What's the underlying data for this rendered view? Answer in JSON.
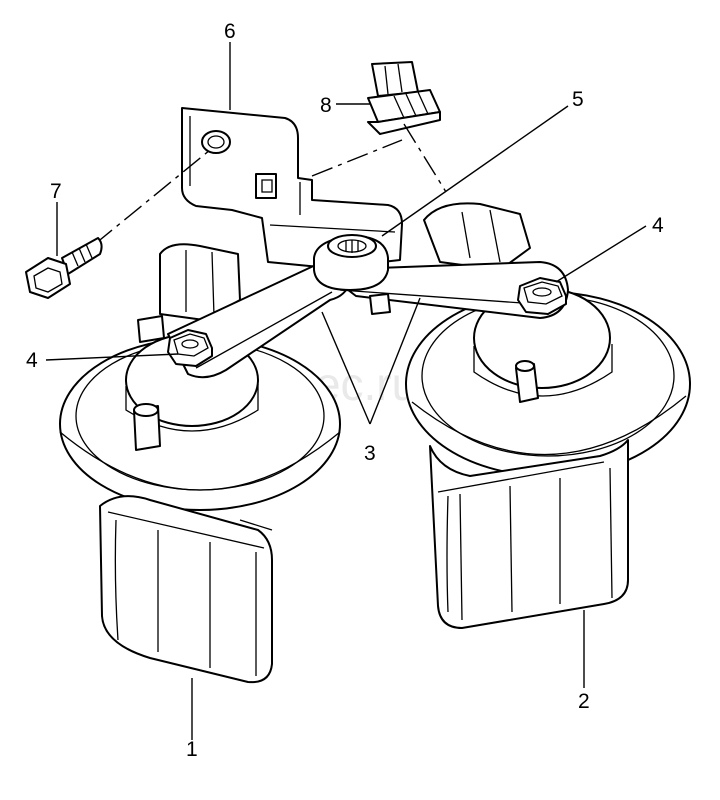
{
  "callouts": {
    "c1": "1",
    "c2": "2",
    "c3": "3",
    "c4a": "4",
    "c4b": "4",
    "c5": "5",
    "c6": "6",
    "c7": "7",
    "c8": "8"
  },
  "watermark": "vagtec.ru",
  "colors": {
    "ink": "#000000",
    "paper": "#ffffff",
    "watermark": "#e9e9e9"
  }
}
